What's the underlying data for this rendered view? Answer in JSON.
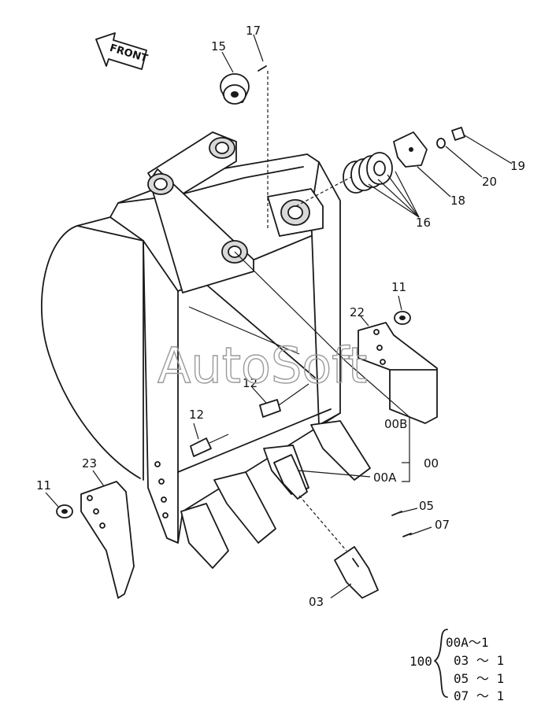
{
  "watermark": "AutoSoft",
  "front_arrow_label": "FRONT",
  "callouts": {
    "c17": "17",
    "c15": "15",
    "c19": "19",
    "c20": "20",
    "c18": "18",
    "c16": "16",
    "c11_right": "11",
    "c22": "22",
    "c12_upper": "12",
    "c12_lower": "12",
    "c00b": "00B",
    "c00": "00",
    "c00a": "00A",
    "c23": "23",
    "c11_left": "11",
    "c05": "05",
    "c07": "07",
    "c03": "03"
  },
  "qty_table": {
    "group": "100",
    "rows": [
      "00A～1",
      "03 ～ 1",
      "05 ～ 1",
      "07 ～ 1"
    ]
  }
}
